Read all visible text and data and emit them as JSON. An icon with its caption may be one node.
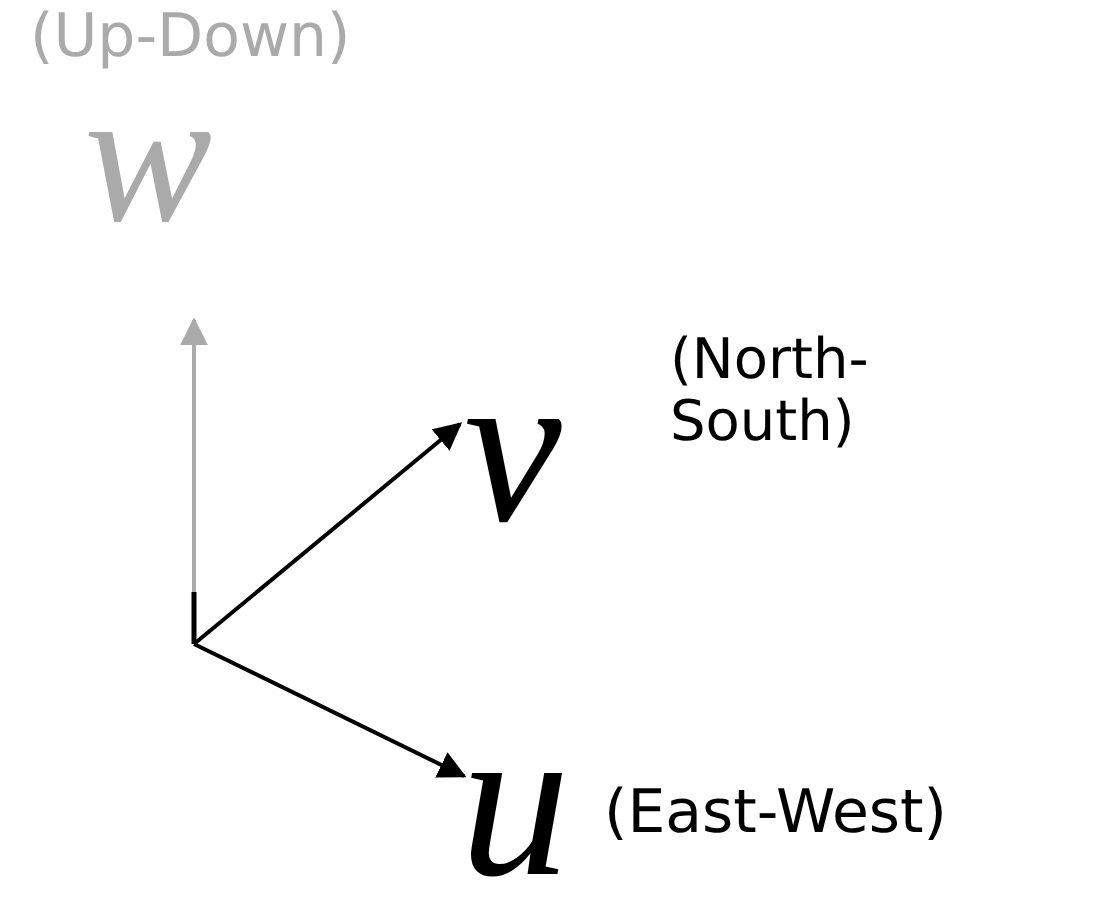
{
  "diagram": {
    "labels": [
      "(Up-Down)",
      "w",
      "v",
      "(North- South)",
      "u",
      "(East-West)"
    ]
  }
}
